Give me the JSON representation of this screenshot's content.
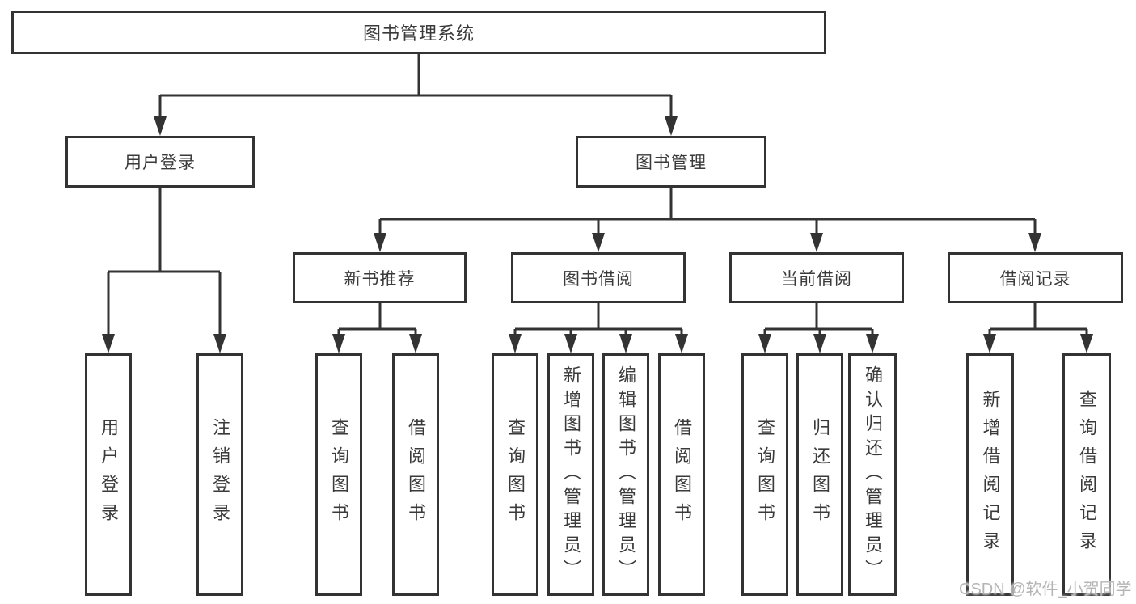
{
  "diagram": {
    "root": {
      "label": "图书管理系统"
    },
    "level2": [
      {
        "label": "用户登录",
        "children": [
          {
            "label": "用户登录"
          },
          {
            "label": "注销登录"
          }
        ]
      },
      {
        "label": "图书管理",
        "children": [
          {
            "label": "新书推荐",
            "children": [
              {
                "label": "查询图书"
              },
              {
                "label": "借阅图书"
              }
            ]
          },
          {
            "label": "图书借阅",
            "children": [
              {
                "label": "查询图书"
              },
              {
                "label": "新增图书（管理员）"
              },
              {
                "label": "编辑图书（管理员）"
              },
              {
                "label": "借阅图书"
              }
            ]
          },
          {
            "label": "当前借阅",
            "children": [
              {
                "label": "查询图书"
              },
              {
                "label": "归还图书"
              },
              {
                "label": "确认归还（管理员）"
              }
            ]
          },
          {
            "label": "借阅记录",
            "children": [
              {
                "label": "新增借阅记录"
              },
              {
                "label": "查询借阅记录"
              }
            ]
          }
        ]
      }
    ]
  },
  "watermark": {
    "text": "CSDN @软件_小贺同学",
    "color": "#b5b5b5"
  },
  "colors": {
    "line": "#333333",
    "text": "#3a3a3a",
    "background": "#ffffff"
  }
}
